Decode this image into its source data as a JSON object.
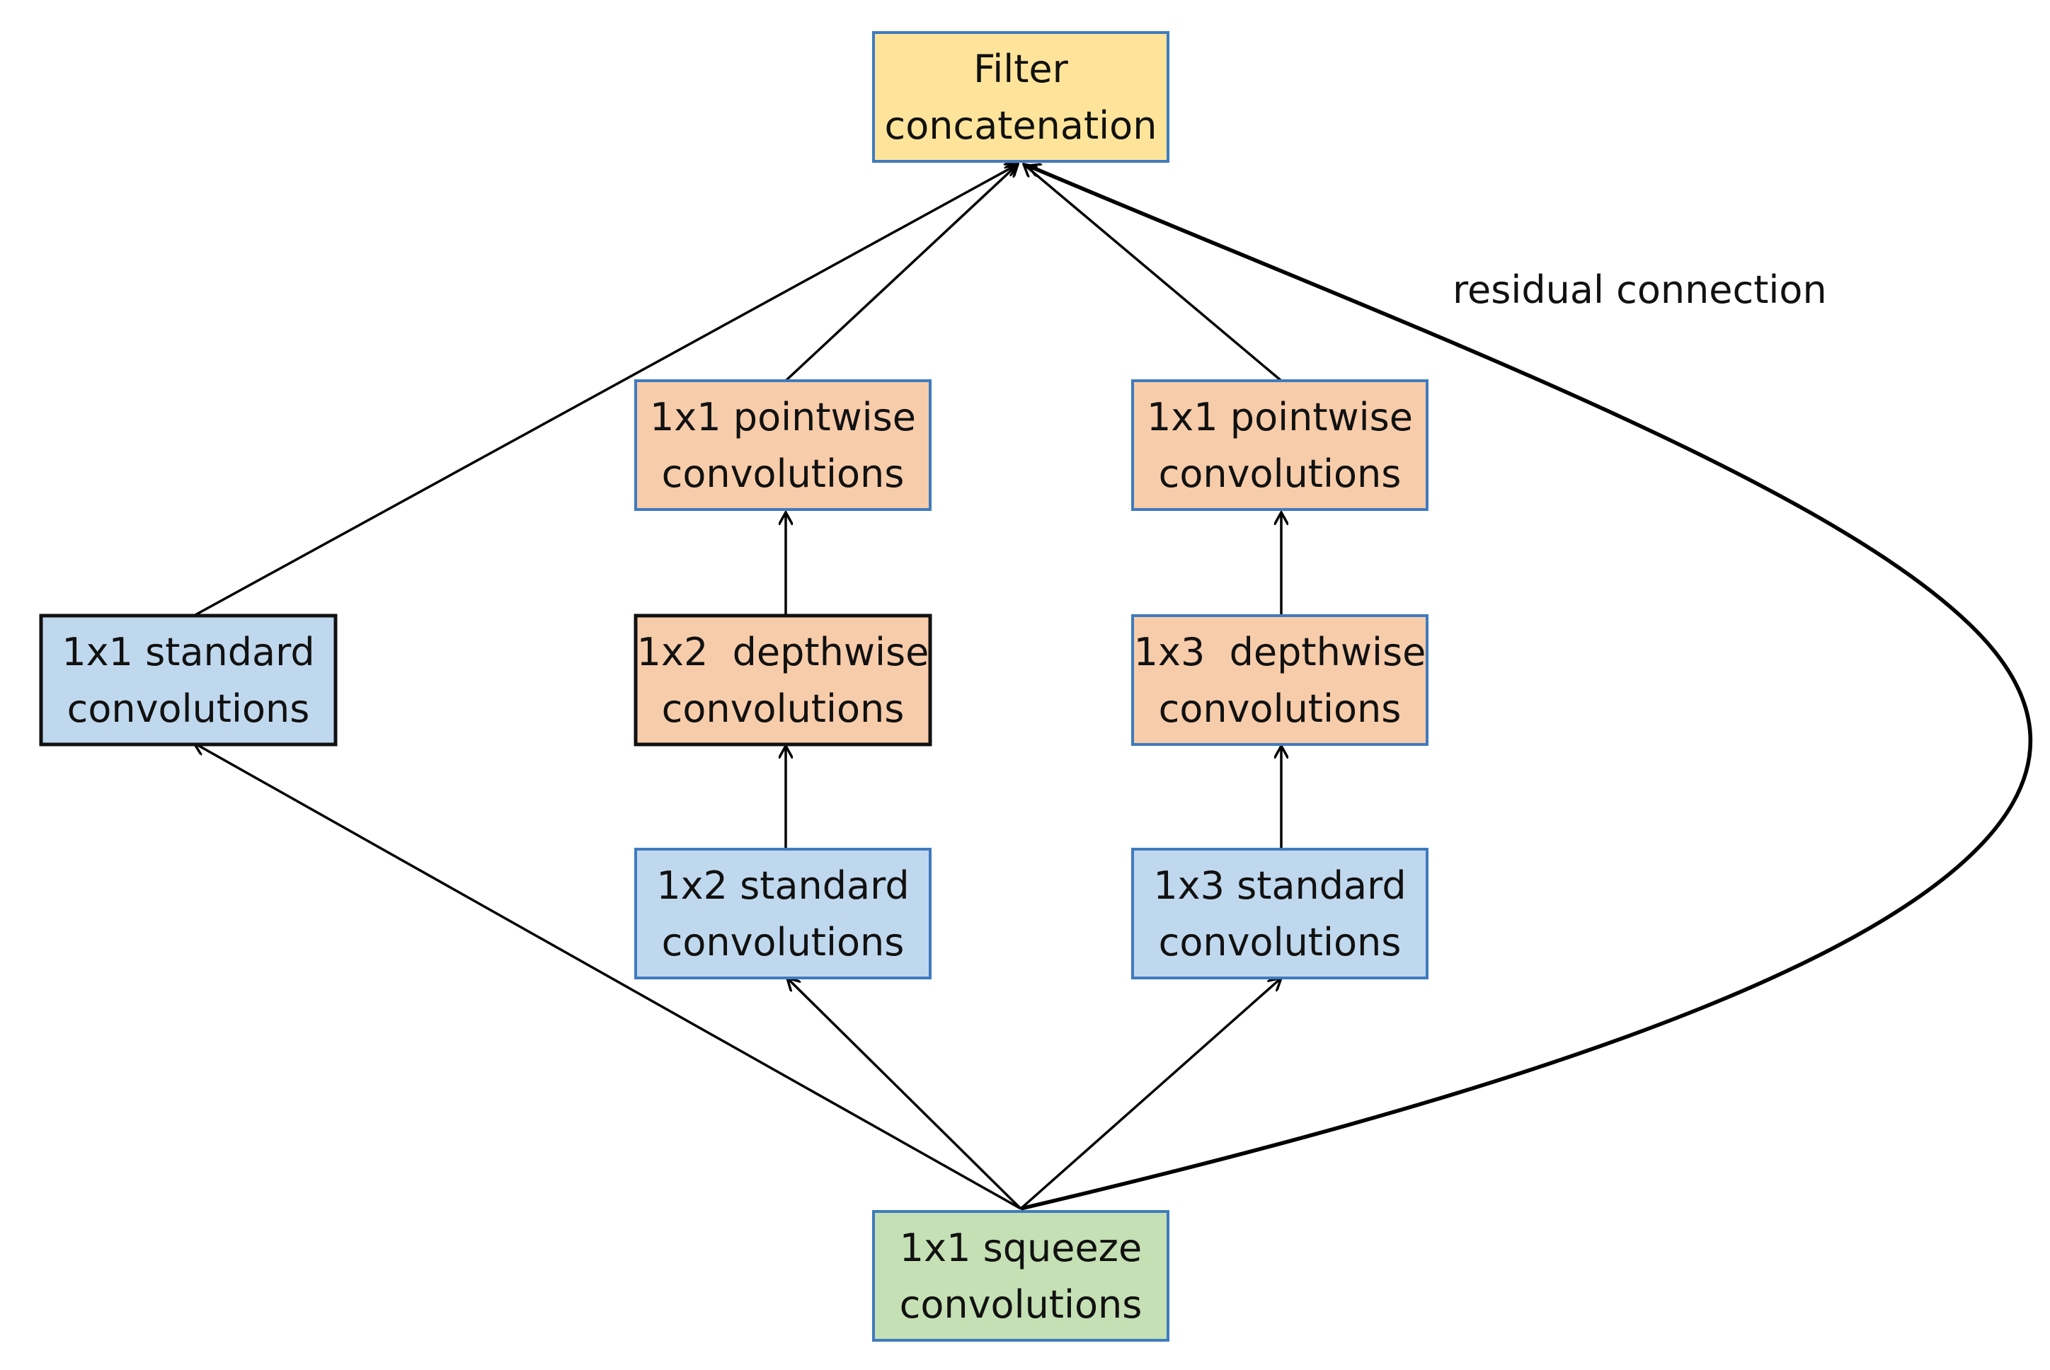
{
  "nodes": {
    "filter_concat": {
      "line1": "Filter",
      "line2": "concatenation",
      "fill": "#fde49a",
      "stroke": "#3f7bbf"
    },
    "std_1x1": {
      "line1": "1x1 standard",
      "line2": "convolutions",
      "fill": "#c0d8ee",
      "stroke": "#111111"
    },
    "pw_a": {
      "line1": "1x1 pointwise",
      "line2": "convolutions",
      "fill": "#f7ccaa",
      "stroke": "#3f7bbf"
    },
    "dw_1x2": {
      "line1": "1x2  depthwise",
      "line2": "convolutions",
      "fill": "#f7ccaa",
      "stroke": "#111111"
    },
    "std_1x2": {
      "line1": "1x2 standard",
      "line2": "convolutions",
      "fill": "#c0d8ee",
      "stroke": "#3f7bbf"
    },
    "pw_b": {
      "line1": "1x1 pointwise",
      "line2": "convolutions",
      "fill": "#f7ccaa",
      "stroke": "#3f7bbf"
    },
    "dw_1x3": {
      "line1": "1x3  depthwise",
      "line2": "convolutions",
      "fill": "#f7ccaa",
      "stroke": "#3f7bbf"
    },
    "std_1x3": {
      "line1": "1x3 standard",
      "line2": "convolutions",
      "fill": "#c0d8ee",
      "stroke": "#3f7bbf"
    },
    "squeeze": {
      "line1": "1x1 squeeze",
      "line2": "convolutions",
      "fill": "#c5e0b4",
      "stroke": "#3f7bbf"
    }
  },
  "edges": [
    {
      "from": "squeeze",
      "to": "std_1x1"
    },
    {
      "from": "squeeze",
      "to": "std_1x2"
    },
    {
      "from": "squeeze",
      "to": "std_1x3"
    },
    {
      "from": "std_1x2",
      "to": "dw_1x2"
    },
    {
      "from": "dw_1x2",
      "to": "pw_a"
    },
    {
      "from": "std_1x3",
      "to": "dw_1x3"
    },
    {
      "from": "dw_1x3",
      "to": "pw_b"
    },
    {
      "from": "std_1x1",
      "to": "filter_concat"
    },
    {
      "from": "pw_a",
      "to": "filter_concat"
    },
    {
      "from": "pw_b",
      "to": "filter_concat"
    },
    {
      "from": "squeeze",
      "to": "filter_concat",
      "label": "residual connection"
    }
  ],
  "labels": {
    "residual": "residual connection"
  }
}
